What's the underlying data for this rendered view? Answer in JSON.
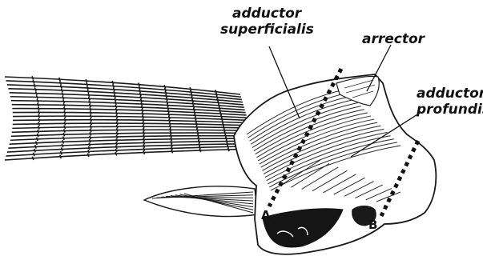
{
  "labels": {
    "adductor_superficialis_line1": "adductor",
    "adductor_superficialis_line2": "superficialis",
    "arrector": "arrector",
    "adductor_profundis_line1": "adductor",
    "adductor_profundis_line2": "profundis"
  },
  "section_points": {
    "a": "A",
    "b": "B"
  },
  "colors": {
    "ink": "#111111",
    "paper": "#ffffff"
  }
}
